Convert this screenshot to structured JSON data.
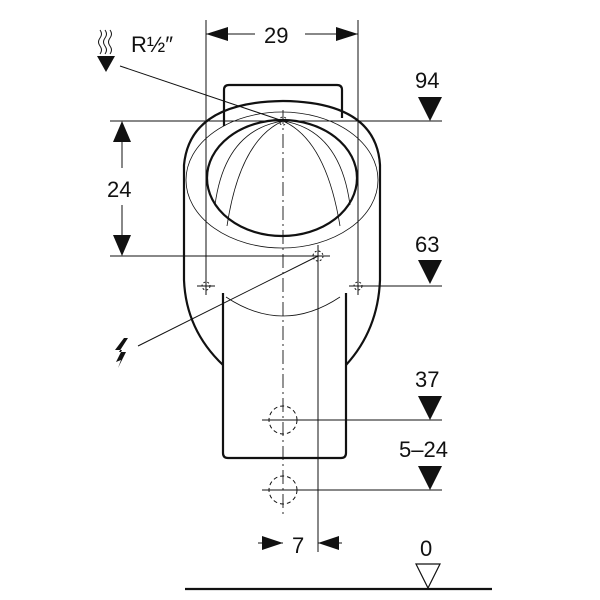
{
  "drawing": {
    "water_supply_label": "R½″",
    "width_dim": "29",
    "height_dim": "24",
    "offset_dim": "7",
    "levels": [
      {
        "label": "94"
      },
      {
        "label": "63"
      },
      {
        "label": "37"
      },
      {
        "label": "5–24"
      },
      {
        "label": "0"
      }
    ]
  }
}
